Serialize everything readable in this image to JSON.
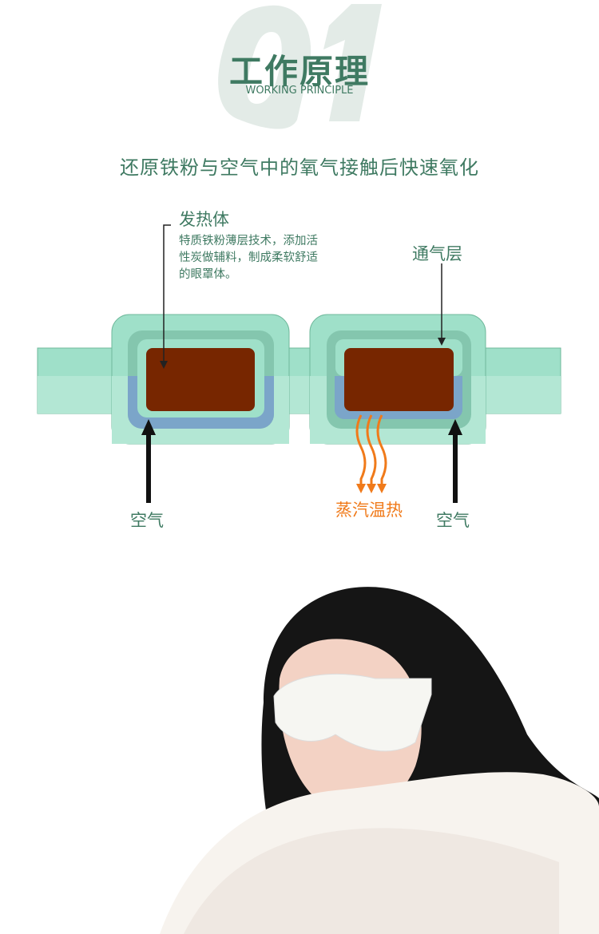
{
  "header": {
    "number": "01",
    "title": "工作原理",
    "subtitle": "WORKING PRINCIPLE"
  },
  "headline": "还原铁粉与空气中的氧气接触后快速氧化",
  "diagram": {
    "heating_body": {
      "title": "发热体",
      "description": "特质铁粉薄层技术，添加活性炭做辅料，制成柔软舒适的眼罩体。"
    },
    "vent_layer": "通气层",
    "air_left": "空气",
    "air_right": "空气",
    "steam": "蒸汽温热",
    "colors": {
      "band": "#9fe0c9",
      "ring": "#84c6ae",
      "blue": "#7ba5c9",
      "heater": "#772600",
      "steam": "#f07a1a",
      "text": "#3f7a62"
    }
  }
}
